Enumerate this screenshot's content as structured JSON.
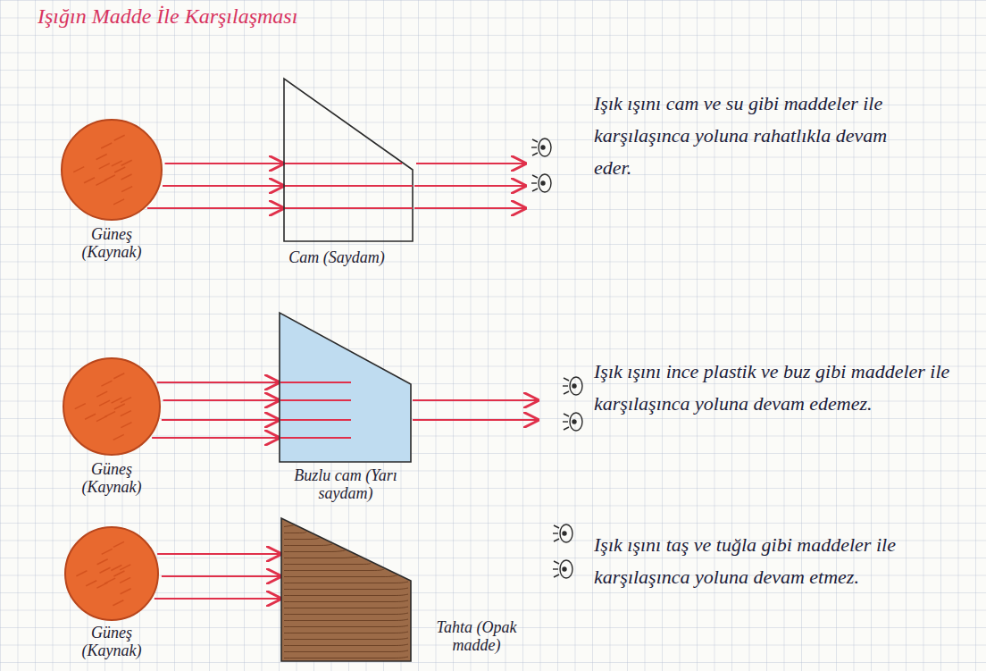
{
  "diagram": {
    "title": "Işığın Madde İle Karşılaşması",
    "nodes": [
      {
        "text": [
          "Güneş (Kaynak)"
        ]
      },
      {
        "text": [
          "Cam (Saydam)"
        ]
      },
      {
        "text": [
          "Güneş (Kaynak)"
        ]
      },
      {
        "text": [
          "Buzlu cam (Yarı saydam)"
        ]
      },
      {
        "text": [
          "Güneş (Kaynak)"
        ]
      },
      {
        "text": [
          "Tahta (Opak madde)"
        ]
      }
    ],
    "edges": [
      {
        "from": 0,
        "to": 1,
        "arrow": "to"
      },
      {
        "from": 0,
        "to": 1,
        "arrow": "to"
      },
      {
        "from": 0,
        "to": 1,
        "arrow": "to"
      },
      {
        "from": 2,
        "to": 3,
        "arrow": "to"
      },
      {
        "from": 2,
        "to": 3,
        "arrow": "to"
      },
      {
        "from": 2,
        "to": 3,
        "arrow": "to"
      },
      {
        "from": 2,
        "to": 3,
        "arrow": "to"
      },
      {
        "from": 4,
        "to": 5,
        "arrow": "to"
      },
      {
        "from": 4,
        "to": 5,
        "arrow": "to"
      },
      {
        "from": 4,
        "to": 5,
        "arrow": "to"
      }
    ],
    "labels": [
      "Işık ışını cam ve su gibi maddeler ile karşılaşınca yoluna rahatlıkla devam eder.",
      "Işık ışını ince plastik ve buz gibi maddeler ile karşılaşınca yoluna devam edemez.",
      "Işık ışını taş ve tuğla gibi maddeler ile karşılaşınca yoluna devam etmez."
    ]
  }
}
